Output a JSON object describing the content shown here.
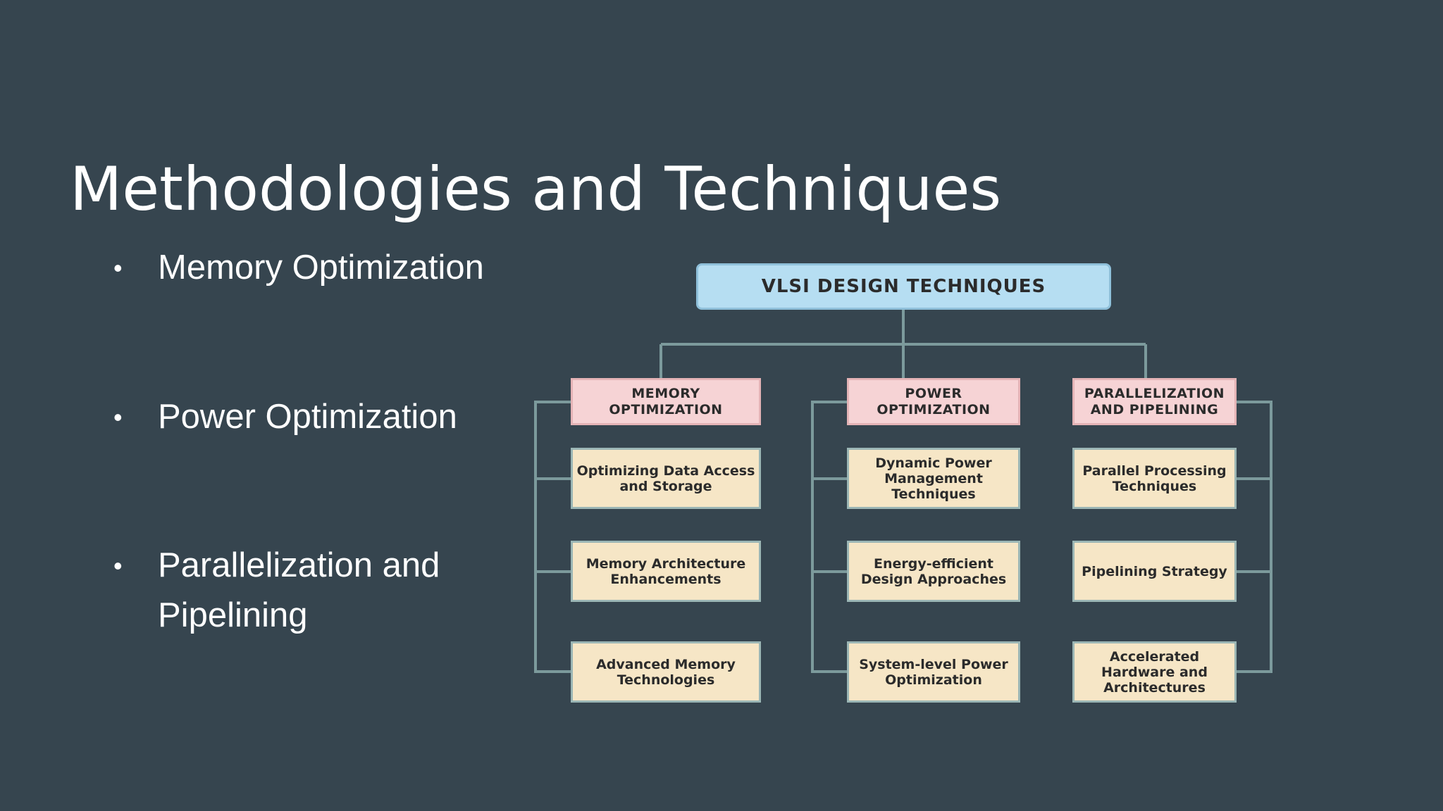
{
  "title": "Methodologies and Techniques",
  "bullets": [
    {
      "symbol": "•",
      "text": "Memory Optimization"
    },
    {
      "symbol": "•",
      "text": "Power Optimization"
    },
    {
      "symbol": "•",
      "text": "Parallelization and Pipelining"
    }
  ],
  "diagram": {
    "root": "VLSI DESIGN TECHNIQUES",
    "categories": [
      {
        "label": "MEMORY OPTIMIZATION",
        "items": [
          "Optimizing Data Access and Storage",
          "Memory Architecture Enhancements",
          "Advanced Memory Technologies"
        ]
      },
      {
        "label": "POWER OPTIMIZATION",
        "items": [
          "Dynamic Power Management Techniques",
          "Energy-efficient Design Approaches",
          "System-level Power Optimization"
        ]
      },
      {
        "label": "PARALLELIZATION AND PIPELINING",
        "items": [
          "Parallel Processing Techniques",
          "Pipelining Strategy",
          "Accelerated Hardware and Architectures"
        ]
      }
    ]
  },
  "colors": {
    "background": "#36454f",
    "root_fill": "#b6def2",
    "category_fill": "#f6d3d5",
    "item_fill": "#f6e6c6",
    "connector": "#7c9a9c"
  }
}
